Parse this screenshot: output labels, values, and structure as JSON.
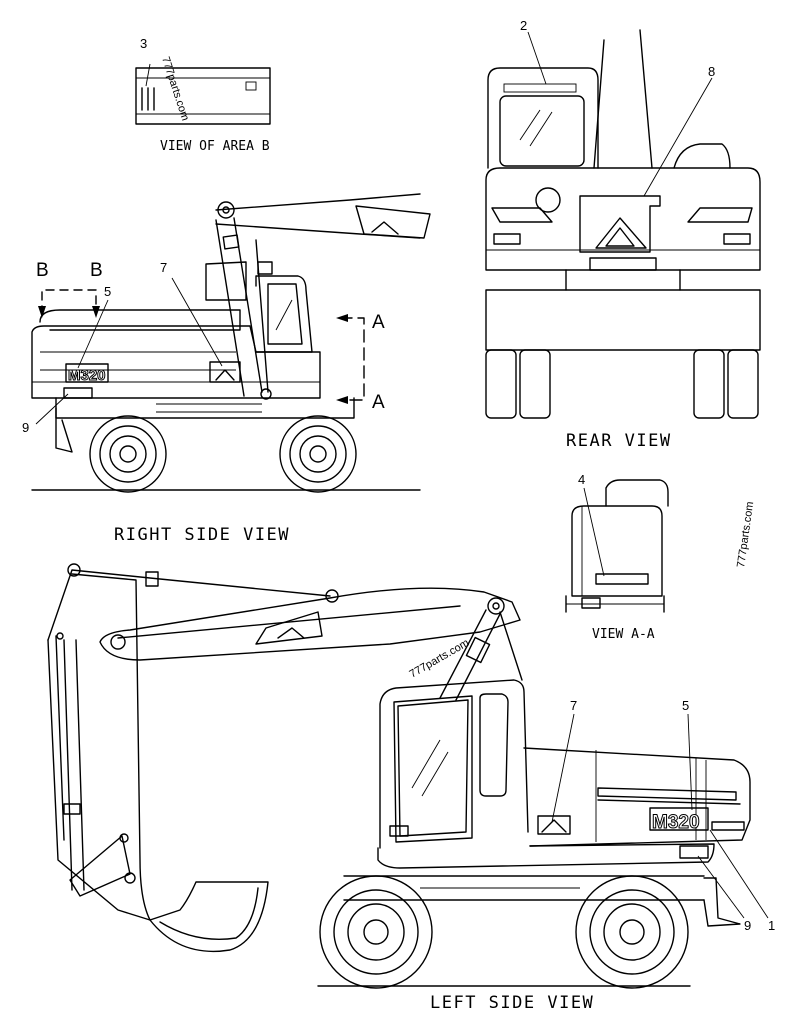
{
  "views": {
    "area_b": "VIEW OF AREA B",
    "rear": "REAR VIEW",
    "right_side": "RIGHT SIDE VIEW",
    "section_aa": "VIEW A-A",
    "left_side": "LEFT SIDE VIEW"
  },
  "section_markers": {
    "a": "A",
    "b": "B"
  },
  "model_decal": "M320",
  "watermark": "777parts.com",
  "callouts": {
    "c1": "1",
    "c2": "2",
    "c3": "3",
    "c4": "4",
    "c5": "5",
    "c7": "7",
    "c8": "8",
    "c9": "9"
  }
}
